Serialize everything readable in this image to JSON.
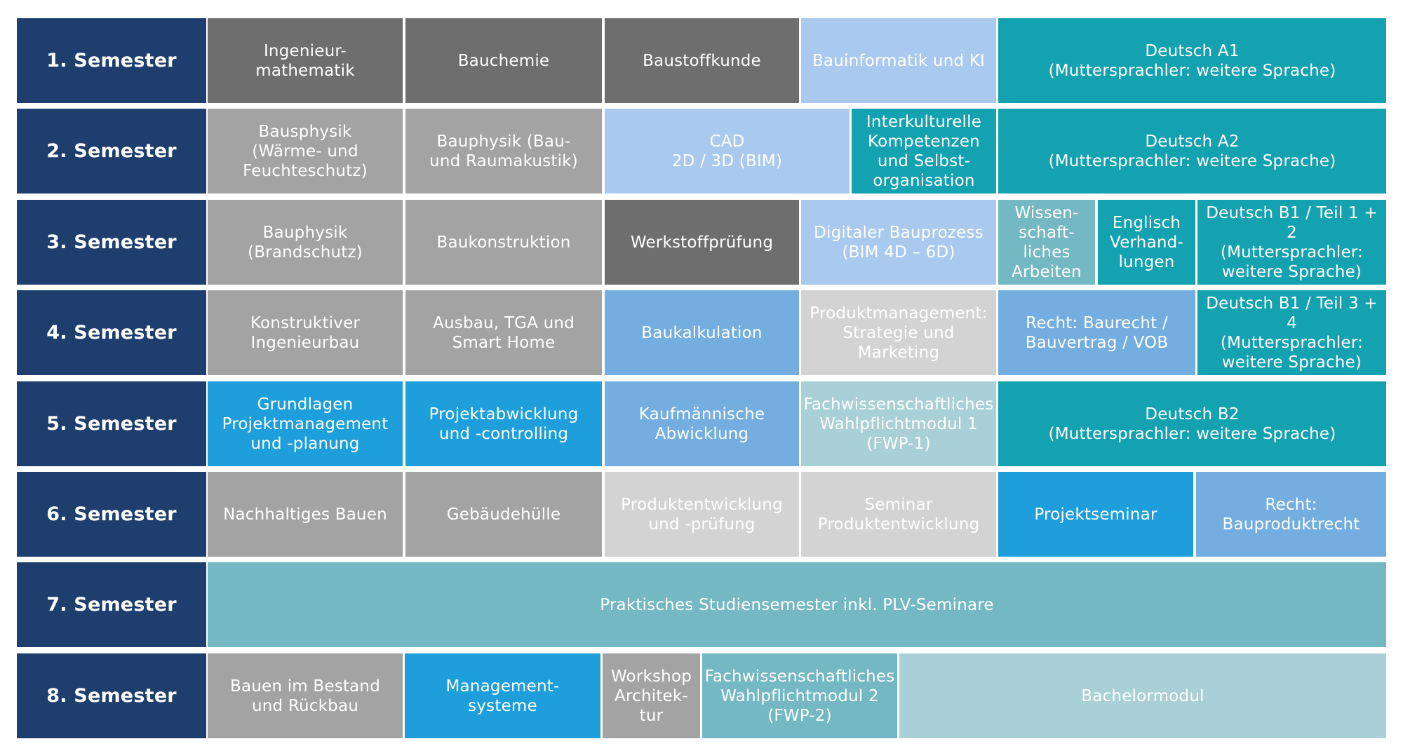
{
  "colors": {
    "semester": "#1e3e6e",
    "dark_gray": "#6e6e6e",
    "gray": "#a3a3a3",
    "light_gray": "#d3d3d3",
    "light_blue": "#a9caee",
    "medium_blue": "#74aee0",
    "bright_blue": "#1e9fdb",
    "teal": "#14a1b0",
    "light_teal": "#74b8c4",
    "pale_teal": "#a9d0d7"
  },
  "rows": [
    {
      "semester": "1. Semester",
      "modules": [
        {
          "label": "Ingenieur-\nmathematik",
          "color": "dark_gray"
        },
        {
          "label": "Bauchemie",
          "color": "dark_gray"
        },
        {
          "label": "Baustoffkunde",
          "color": "dark_gray"
        },
        {
          "label": "Bauinformatik und KI",
          "color": "light_blue"
        },
        {
          "label": "Deutsch A1\n(Muttersprachler: weitere Sprache)",
          "color": "teal"
        }
      ]
    },
    {
      "semester": "2. Semester",
      "modules": [
        {
          "label": "Bausphysik\n(Wärme- und\nFeuchteschutz)",
          "color": "gray"
        },
        {
          "label": "Bauphysik (Bau-\nund Raumakustik)",
          "color": "gray"
        },
        {
          "label": "CAD\n2D / 3D (BIM)",
          "color": "light_blue"
        },
        {
          "label": "Interkulturelle\nKompetenzen\nund Selbst-\norganisation",
          "color": "teal"
        },
        {
          "label": "Deutsch A2\n(Muttersprachler: weitere Sprache)",
          "color": "teal"
        }
      ]
    },
    {
      "semester": "3. Semester",
      "modules": [
        {
          "label": "Bauphysik\n(Brandschutz)",
          "color": "gray"
        },
        {
          "label": "Baukonstruktion",
          "color": "gray"
        },
        {
          "label": "Werkstoffprüfung",
          "color": "dark_gray"
        },
        {
          "label": "Digitaler Bauprozess\n(BIM 4D – 6D)",
          "color": "light_blue"
        },
        {
          "label": "Wissen-\nschaft-\nliches\nArbeiten",
          "color": "light_teal"
        },
        {
          "label": "Englisch\nVerhand-\nlungen",
          "color": "teal"
        },
        {
          "label": "Deutsch B1 / Teil 1 + 2\n(Muttersprachler:\nweitere Sprache)",
          "color": "teal"
        }
      ]
    },
    {
      "semester": "4. Semester",
      "modules": [
        {
          "label": "Konstruktiver\nIngenieurbau",
          "color": "gray"
        },
        {
          "label": "Ausbau, TGA und\nSmart Home",
          "color": "gray"
        },
        {
          "label": "Baukalkulation",
          "color": "medium_blue"
        },
        {
          "label": "Produktmanagement:\nStrategie und\nMarketing",
          "color": "light_gray"
        },
        {
          "label": "Recht: Baurecht /\nBauvertrag / VOB",
          "color": "medium_blue"
        },
        {
          "label": "Deutsch B1 / Teil 3 + 4\n(Muttersprachler:\nweitere Sprache)",
          "color": "teal"
        }
      ]
    },
    {
      "semester": "5. Semester",
      "modules": [
        {
          "label": "Grundlagen\nProjektmanagement\nund -planung",
          "color": "bright_blue"
        },
        {
          "label": "Projektabwicklung\nund -controlling",
          "color": "bright_blue"
        },
        {
          "label": "Kaufmännische\nAbwicklung",
          "color": "medium_blue"
        },
        {
          "label": "Fachwissenschaftliches\nWahlpflichtmodul 1\n(FWP-1)",
          "color": "pale_teal"
        },
        {
          "label": "Deutsch B2\n(Muttersprachler: weitere Sprache)",
          "color": "teal"
        }
      ]
    },
    {
      "semester": "6. Semester",
      "modules": [
        {
          "label": "Nachhaltiges Bauen",
          "color": "gray"
        },
        {
          "label": "Gebäudehülle",
          "color": "gray"
        },
        {
          "label": "Produktentwicklung\nund -prüfung",
          "color": "light_gray"
        },
        {
          "label": "Seminar\nProduktentwicklung",
          "color": "light_gray"
        },
        {
          "label": "Projektseminar",
          "color": "bright_blue"
        },
        {
          "label": "Recht:\nBauproduktrecht",
          "color": "medium_blue"
        }
      ]
    },
    {
      "semester": "7. Semester",
      "modules": [
        {
          "label": "Praktisches Studiensemester inkl. PLV-Seminare",
          "color": "light_teal"
        }
      ]
    },
    {
      "semester": "8. Semester",
      "modules": [
        {
          "label": "Bauen im Bestand\nund Rückbau",
          "color": "gray"
        },
        {
          "label": "Management-\nsysteme",
          "color": "bright_blue"
        },
        {
          "label": "Workshop\nArchitek-\ntur",
          "color": "gray"
        },
        {
          "label": "Fachwissenschaftliches\nWahlpflichtmodul 2\n(FWP-2)",
          "color": "light_teal"
        },
        {
          "label": "Bachelormodul",
          "color": "pale_teal"
        }
      ]
    }
  ]
}
